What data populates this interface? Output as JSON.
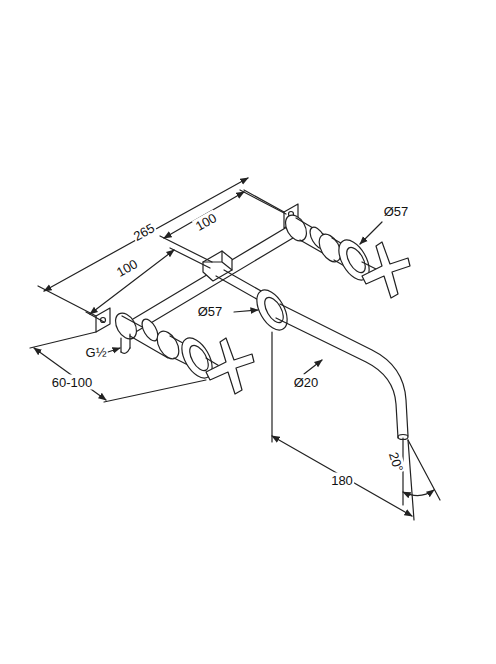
{
  "diagram": {
    "labels": [
      "265",
      "100",
      "100",
      "Ø57",
      "Ø57",
      "G½",
      "60-100",
      "Ø20",
      "180",
      "20°"
    ]
  }
}
